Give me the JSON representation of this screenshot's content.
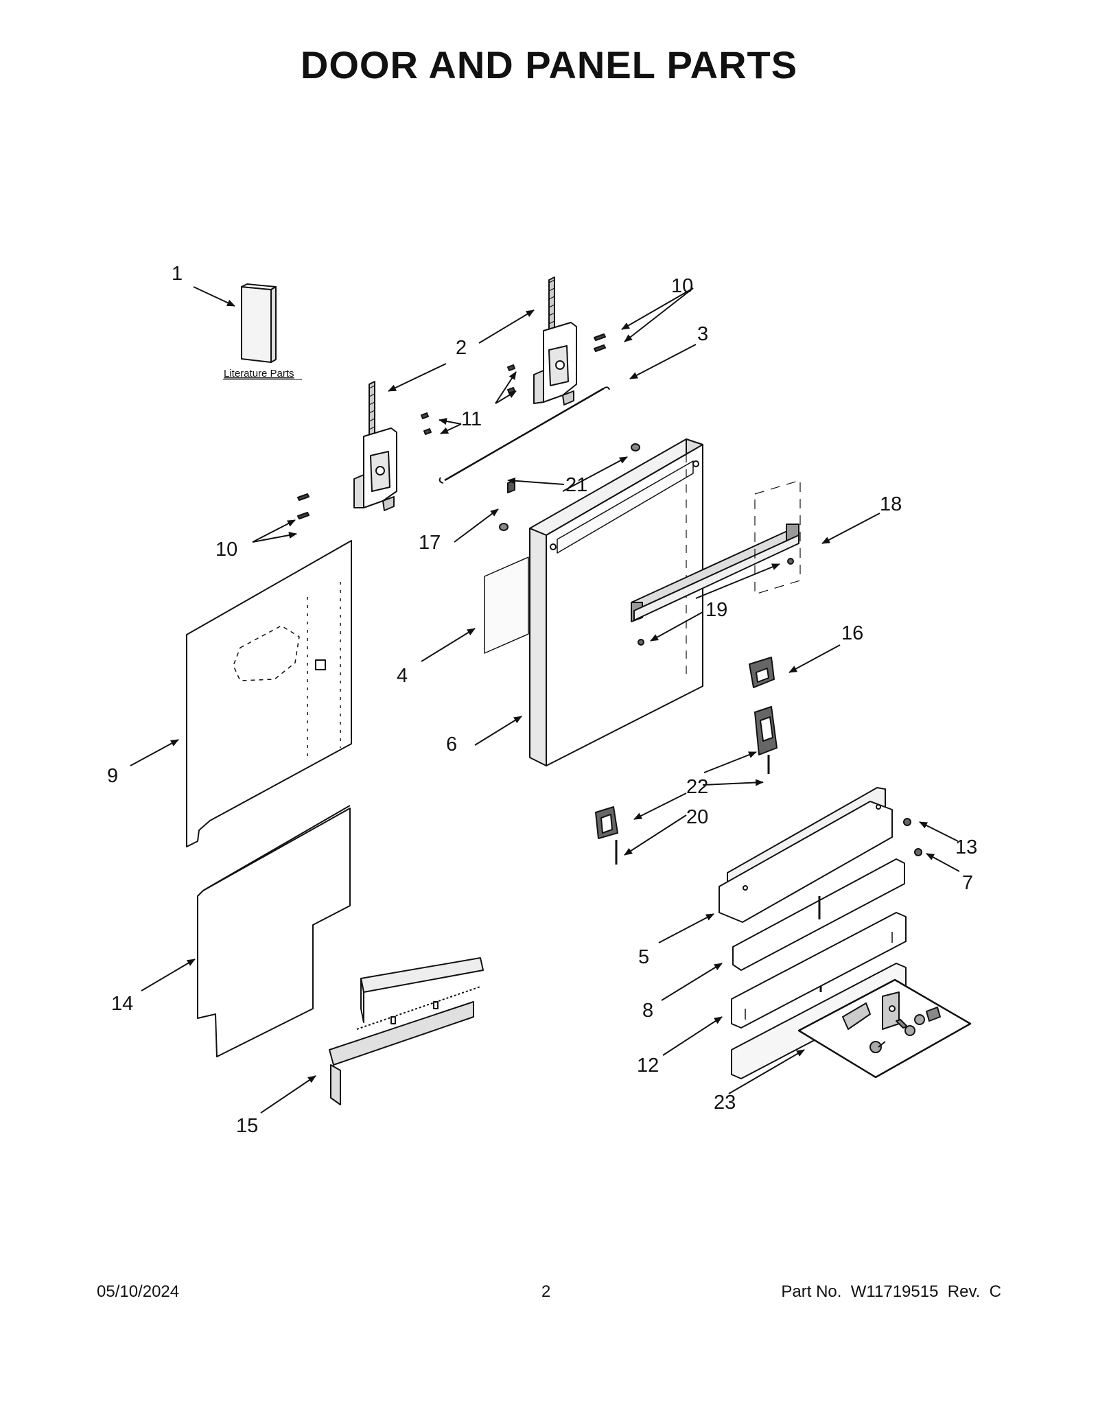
{
  "page": {
    "title": "DOOR AND PANEL PARTS",
    "footer": {
      "date": "05/10/2024",
      "page_number": "2",
      "part_number": "Part No.  W11719515  Rev.  C"
    }
  },
  "diagram": {
    "literature_label": "Literature Parts",
    "callouts": [
      {
        "id": "c1",
        "label": "1",
        "part": "literature-parts"
      },
      {
        "id": "c2",
        "label": "2",
        "part": "door-hinges"
      },
      {
        "id": "c3",
        "label": "3",
        "part": "door-cable"
      },
      {
        "id": "c4",
        "label": "4",
        "part": "door-insulation"
      },
      {
        "id": "c5",
        "label": "5",
        "part": "toe-panel"
      },
      {
        "id": "c6",
        "label": "6",
        "part": "outer-door-panel"
      },
      {
        "id": "c7",
        "label": "7",
        "part": "screw"
      },
      {
        "id": "c8",
        "label": "8",
        "part": "toe-panel-insert"
      },
      {
        "id": "c9",
        "label": "9",
        "part": "side-insulation-panel"
      },
      {
        "id": "c10a",
        "label": "10",
        "part": "hinge-screws-right"
      },
      {
        "id": "c10b",
        "label": "10",
        "part": "hinge-screws-left"
      },
      {
        "id": "c11",
        "label": "11",
        "part": "hinge-bolts"
      },
      {
        "id": "c12",
        "label": "12",
        "part": "toe-kick-trim"
      },
      {
        "id": "c13",
        "label": "13",
        "part": "screw"
      },
      {
        "id": "c14",
        "label": "14",
        "part": "rear-insulation-panel"
      },
      {
        "id": "c15",
        "label": "15",
        "part": "mounting-bracket"
      },
      {
        "id": "c16",
        "label": "16",
        "part": "handle-endcap"
      },
      {
        "id": "c17",
        "label": "17",
        "part": "clip"
      },
      {
        "id": "c18",
        "label": "18",
        "part": "door-handle"
      },
      {
        "id": "c19",
        "label": "19",
        "part": "handle-screw"
      },
      {
        "id": "c20",
        "label": "20",
        "part": "endcap-screw"
      },
      {
        "id": "c21",
        "label": "21",
        "part": "spacer"
      },
      {
        "id": "c22",
        "label": "22",
        "part": "handle-endcap-left"
      },
      {
        "id": "c23",
        "label": "23",
        "part": "mounting-hardware-kit"
      }
    ]
  }
}
